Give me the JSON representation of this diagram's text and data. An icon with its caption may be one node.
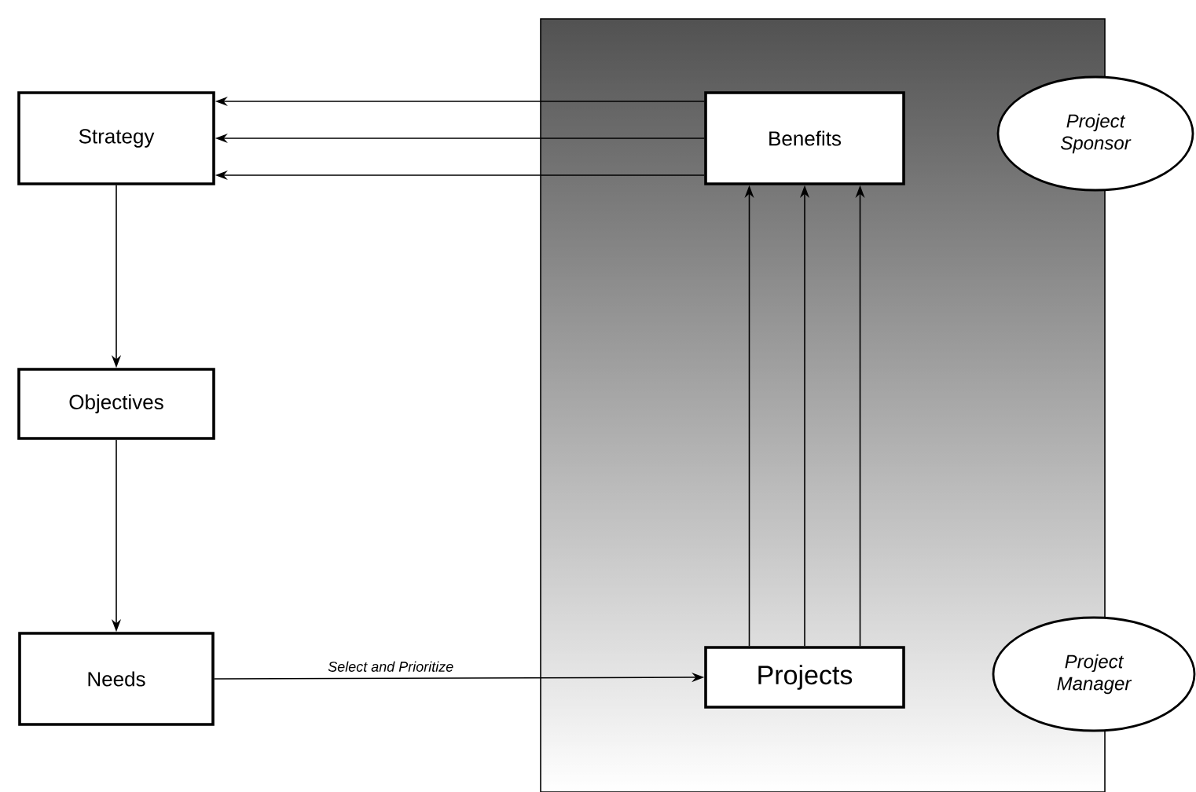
{
  "diagram": {
    "nodes": [
      {
        "text": [
          "Strategy"
        ]
      },
      {
        "text": [],
        "shape": "box"
      },
      {
        "text": [
          "Benefits"
        ],
        "in": 1
      },
      {
        "text": [
          "Project Sponsor"
        ]
      },
      {
        "text": [
          "Objectives"
        ]
      },
      {
        "text": [
          "Needs"
        ]
      },
      {
        "text": [
          "Projects"
        ],
        "in": 1
      },
      {
        "text": [
          "Project Manager"
        ]
      }
    ],
    "edges": [
      {
        "from": 2,
        "to": 0,
        "arrow": "to"
      },
      {
        "from": 2,
        "to": 0,
        "arrow": "to"
      },
      {
        "from": 2,
        "to": 0,
        "arrow": "to"
      },
      {
        "from": 0,
        "to": 4,
        "arrow": "to"
      },
      {
        "from": 4,
        "to": 5,
        "arrow": "to"
      },
      {
        "from": 5,
        "to": 6,
        "arrow": "to",
        "label": "Select and Prioritize"
      },
      {
        "from": 6,
        "to": 2,
        "arrow": "to"
      },
      {
        "from": 6,
        "to": 2,
        "arrow": "to"
      },
      {
        "from": 6,
        "to": 2,
        "arrow": "to"
      }
    ]
  }
}
